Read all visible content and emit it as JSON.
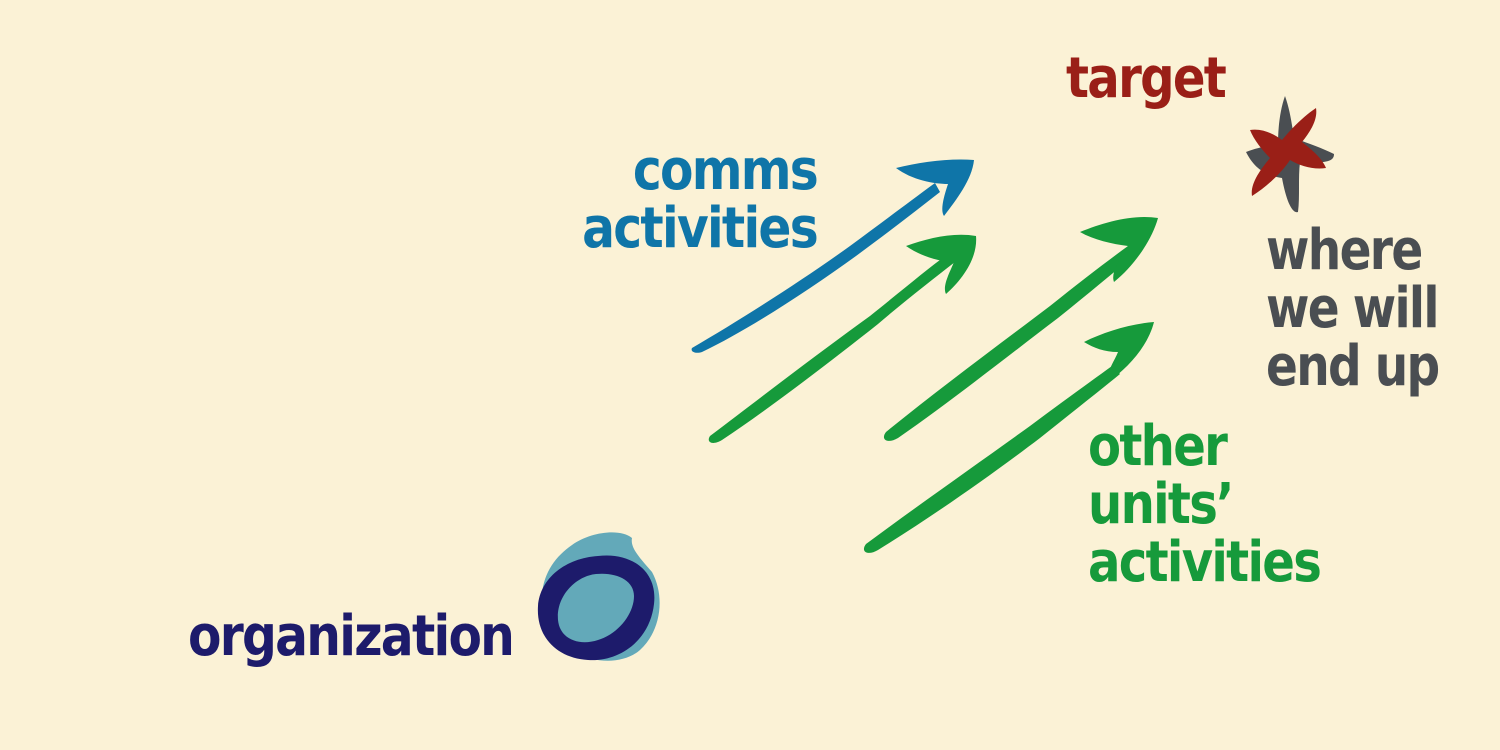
{
  "labels": {
    "target": "target",
    "comms_line1": "comms",
    "comms_line2": "activities",
    "where_line1": "where",
    "where_line2": "we will",
    "where_line3": "end up",
    "other_line1": "other",
    "other_line2": "units’",
    "other_line3": "activities",
    "organization": "organization"
  },
  "colors": {
    "background": "#FBF2D6",
    "target": "#9A1F17",
    "comms": "#0F75A8",
    "other_units": "#169A3B",
    "where": "#4A4E52",
    "organization": "#1D1B6B",
    "organization_fill": "#63A9B9",
    "star_gray": "#4A4E52",
    "star_red": "#9A1F17"
  },
  "icons": {
    "target": "star-icon",
    "organization": "circle-icon",
    "arrows": "arrow-icon"
  }
}
